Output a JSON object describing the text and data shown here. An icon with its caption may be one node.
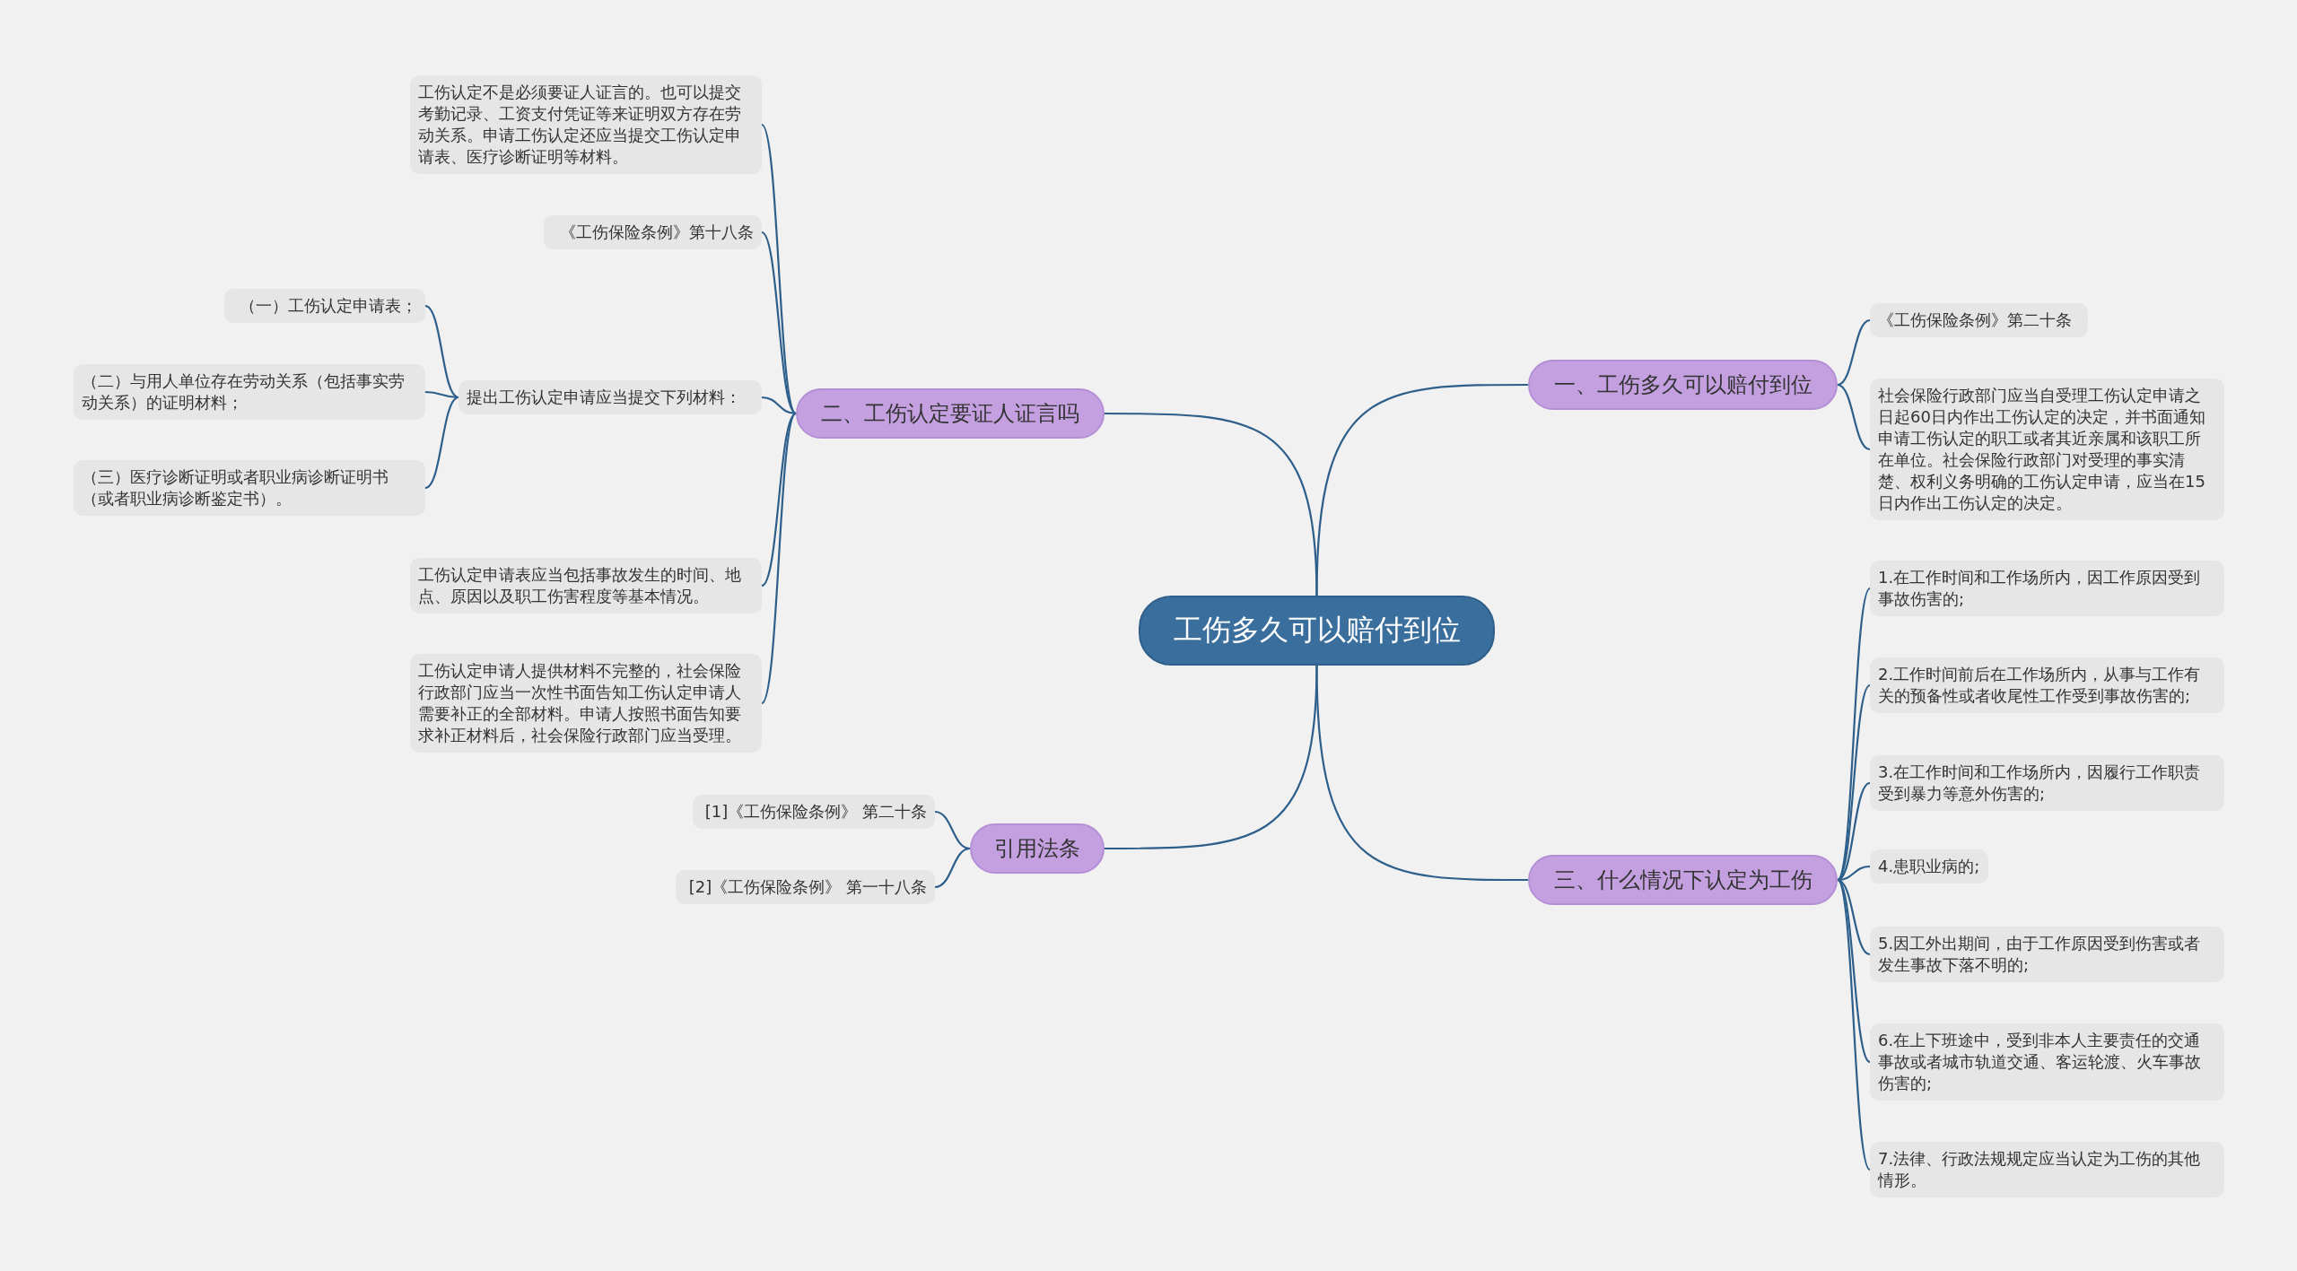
{
  "diagram": {
    "nodes": [
      {
        "text": [
          "工伤多久可以赔付到位"
        ]
      },
      {
        "text": [
          "一、工伤多久可以赔付到位"
        ]
      },
      {
        "text": [
          "《工伤保险条例》第二十条"
        ]
      },
      {
        "text": [
          "社会保险行政部门应当自受理工伤认定申请之日起60日内作出工伤认定的决定，并书面通知申请工伤认定的职工或者其近亲属和该职工所在单位。社会保险行政部门对受理的事实清楚、权利义务明确的工伤认定申请，应当在15日内作出工伤认定的决定。"
        ]
      },
      {
        "text": [
          "三、什么情况下认定为工伤"
        ]
      },
      {
        "text": [
          "1.在工作时间和工作场所内，因工作原因受到事故伤害的;"
        ]
      },
      {
        "text": [
          "2.工作时间前后在工作场所内，从事与工作有关的预备性或者收尾性工作受到事故伤害的;"
        ]
      },
      {
        "text": [
          "3.在工作时间和工作场所内，因履行工作职责受到暴力等意外伤害的;"
        ]
      },
      {
        "text": [
          "4.患职业病的;"
        ]
      },
      {
        "text": [
          "5.因工外出期间，由于工作原因受到伤害或者发生事故下落不明的;"
        ]
      },
      {
        "text": [
          "6.在上下班途中，受到非本人主要责任的交通事故或者城市轨道交通、客运轮渡、火车事故伤害的;"
        ]
      },
      {
        "text": [
          "7.法律、行政法规规定应当认定为工伤的其他情形。"
        ]
      },
      {
        "text": [
          "二、工伤认定要证人证言吗"
        ]
      },
      {
        "text": [
          "工伤认定不是必须要证人证言的。也可以提交考勤记录、工资支付凭证等来证明双方存在劳动关系。申请工伤认定还应当提交工伤认定申请表、医疗诊断证明等材料。"
        ]
      },
      {
        "text": [
          "《工伤保险条例》第十八条"
        ]
      },
      {
        "text": [
          "提出工伤认定申请应当提交下列材料："
        ]
      },
      {
        "text": [
          "（一）工伤认定申请表；"
        ]
      },
      {
        "text": [
          "（二）与用人单位存在劳动关系（包括事实劳动关系）的证明材料；"
        ]
      },
      {
        "text": [
          "（三）医疗诊断证明或者职业病诊断证明书（或者职业病诊断鉴定书）。"
        ]
      },
      {
        "text": [
          "工伤认定申请表应当包括事故发生的时间、地点、原因以及职工伤害程度等基本情况。"
        ]
      },
      {
        "text": [
          "工伤认定申请人提供材料不完整的，社会保险行政部门应当一次性书面告知工伤认定申请人需要补正的全部材料。申请人按照书面告知要求补正材料后，社会保险行政部门应当受理。"
        ]
      },
      {
        "text": [
          "引用法条"
        ]
      },
      {
        "text": [
          "[1]《工伤保险条例》 第二十条"
        ]
      },
      {
        "text": [
          "[2]《工伤保险条例》 第一十八条"
        ]
      }
    ],
    "edges": [
      {
        "from": 0,
        "to": 1,
        "arrow": "none"
      },
      {
        "from": 1,
        "to": 2,
        "arrow": "none"
      },
      {
        "from": 1,
        "to": 3,
        "arrow": "none"
      },
      {
        "from": 0,
        "to": 4,
        "arrow": "none"
      },
      {
        "from": 4,
        "to": 5,
        "arrow": "none"
      },
      {
        "from": 4,
        "to": 6,
        "arrow": "none"
      },
      {
        "from": 4,
        "to": 7,
        "arrow": "none"
      },
      {
        "from": 4,
        "to": 8,
        "arrow": "none"
      },
      {
        "from": 4,
        "to": 9,
        "arrow": "none"
      },
      {
        "from": 4,
        "to": 10,
        "arrow": "none"
      },
      {
        "from": 4,
        "to": 11,
        "arrow": "none"
      },
      {
        "from": 0,
        "to": 12,
        "arrow": "none"
      },
      {
        "from": 12,
        "to": 13,
        "arrow": "none"
      },
      {
        "from": 12,
        "to": 14,
        "arrow": "none"
      },
      {
        "from": 12,
        "to": 15,
        "arrow": "none"
      },
      {
        "from": 15,
        "to": 16,
        "arrow": "none"
      },
      {
        "from": 15,
        "to": 17,
        "arrow": "none"
      },
      {
        "from": 15,
        "to": 18,
        "arrow": "none"
      },
      {
        "from": 12,
        "to": 19,
        "arrow": "none"
      },
      {
        "from": 12,
        "to": 20,
        "arrow": "none"
      },
      {
        "from": 0,
        "to": 21,
        "arrow": "none"
      },
      {
        "from": 21,
        "to": 22,
        "arrow": "none"
      },
      {
        "from": 21,
        "to": 23,
        "arrow": "none"
      }
    ]
  }
}
